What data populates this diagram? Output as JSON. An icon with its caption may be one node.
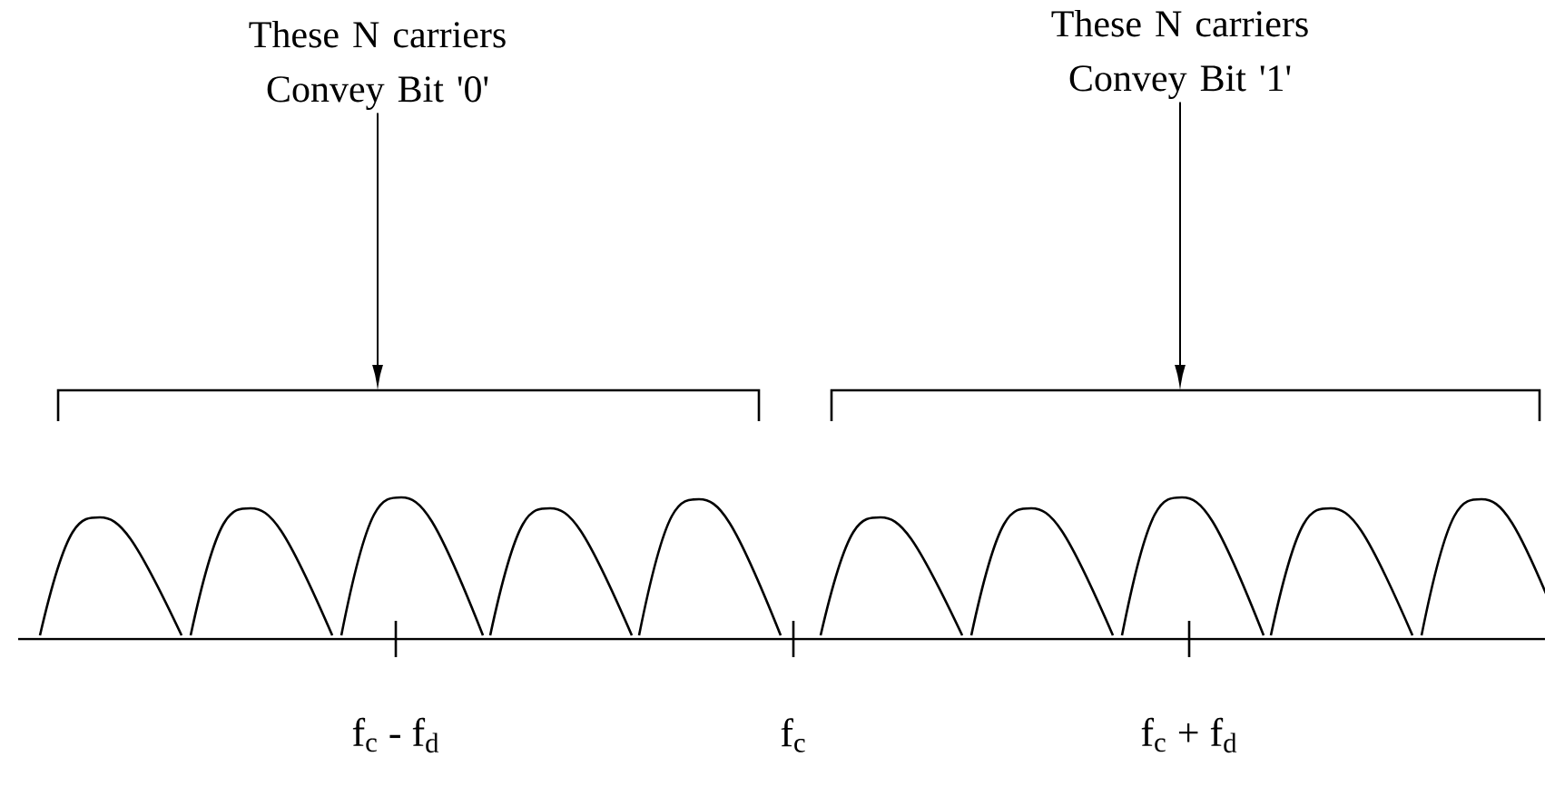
{
  "diagram": {
    "nodes": [
      {
        "text": [
          "These N carriers Convey Bit '0'"
        ]
      },
      {
        "text": [],
        "shape": "bracket"
      },
      {
        "text": [
          "These N carriers Convey Bit '1'"
        ]
      },
      {
        "text": [],
        "shape": "bracket"
      }
    ],
    "edges": [
      {
        "from": 0,
        "to": 1,
        "arrow": "to"
      },
      {
        "from": 2,
        "to": 3,
        "arrow": "to"
      }
    ],
    "labels": [
      "f$_{c}$ - f$_{d}$",
      "f$_{c}$",
      "f$_{c}$ + f$_{d}$"
    ]
  }
}
